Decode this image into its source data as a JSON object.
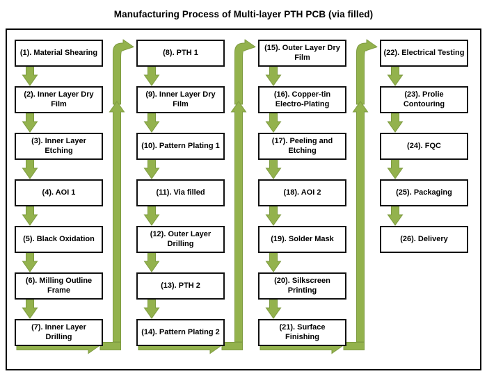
{
  "title": "Manufacturing Process of Multi-layer PTH PCB (via filled)",
  "colors": {
    "arrow_fill": "#93b24d",
    "arrow_stroke": "#7e9b41",
    "box_border": "#111111",
    "box_fill": "#ffffff",
    "frame_border": "#000000",
    "text": "#000000",
    "page_background": "#ffffff"
  },
  "diagram": {
    "type": "flowchart",
    "orientation": "column-snake",
    "column_count": 4,
    "node_count": 26,
    "columns": [
      {
        "index": 1,
        "nodes": [
          {
            "id": 1,
            "label": "(1). Material Shearing"
          },
          {
            "id": 2,
            "label": "(2). Inner Layer Dry Film"
          },
          {
            "id": 3,
            "label": "(3). Inner Layer Etching"
          },
          {
            "id": 4,
            "label": "(4). AOI 1"
          },
          {
            "id": 5,
            "label": "(5). Black Oxidation"
          },
          {
            "id": 6,
            "label": "(6). Milling Outline Frame"
          },
          {
            "id": 7,
            "label": "(7). Inner Layer Drilling"
          }
        ]
      },
      {
        "index": 2,
        "nodes": [
          {
            "id": 8,
            "label": "(8). PTH 1"
          },
          {
            "id": 9,
            "label": "(9). Inner Layer Dry Film"
          },
          {
            "id": 10,
            "label": "(10). Pattern Plating 1"
          },
          {
            "id": 11,
            "label": "(11). Via filled"
          },
          {
            "id": 12,
            "label": "(12). Outer Layer Drilling"
          },
          {
            "id": 13,
            "label": "(13). PTH 2"
          },
          {
            "id": 14,
            "label": "(14). Pattern Plating 2"
          }
        ]
      },
      {
        "index": 3,
        "nodes": [
          {
            "id": 15,
            "label": "(15). Outer Layer Dry Film"
          },
          {
            "id": 16,
            "label": "(16). Copper-tin Electro-Plating"
          },
          {
            "id": 17,
            "label": "(17). Peeling and Etching"
          },
          {
            "id": 18,
            "label": "(18). AOI 2"
          },
          {
            "id": 19,
            "label": "(19). Solder Mask"
          },
          {
            "id": 20,
            "label": "(20). Silkscreen Printing"
          },
          {
            "id": 21,
            "label": "(21). Surface Finishing"
          }
        ]
      },
      {
        "index": 4,
        "nodes": [
          {
            "id": 22,
            "label": "(22). Electrical Testing"
          },
          {
            "id": 23,
            "label": "(23). Prolie Contouring"
          },
          {
            "id": 24,
            "label": "(24). FQC"
          },
          {
            "id": 25,
            "label": "(25). Packaging"
          },
          {
            "id": 26,
            "label": "(26). Delivery"
          }
        ]
      }
    ],
    "connectors": {
      "down_arrow_count": 22,
      "column_bridge_count": 3,
      "bridge_description": "bottom horizontal right arrow, then vertical riser up, then curved arrow right into next column top box"
    }
  }
}
